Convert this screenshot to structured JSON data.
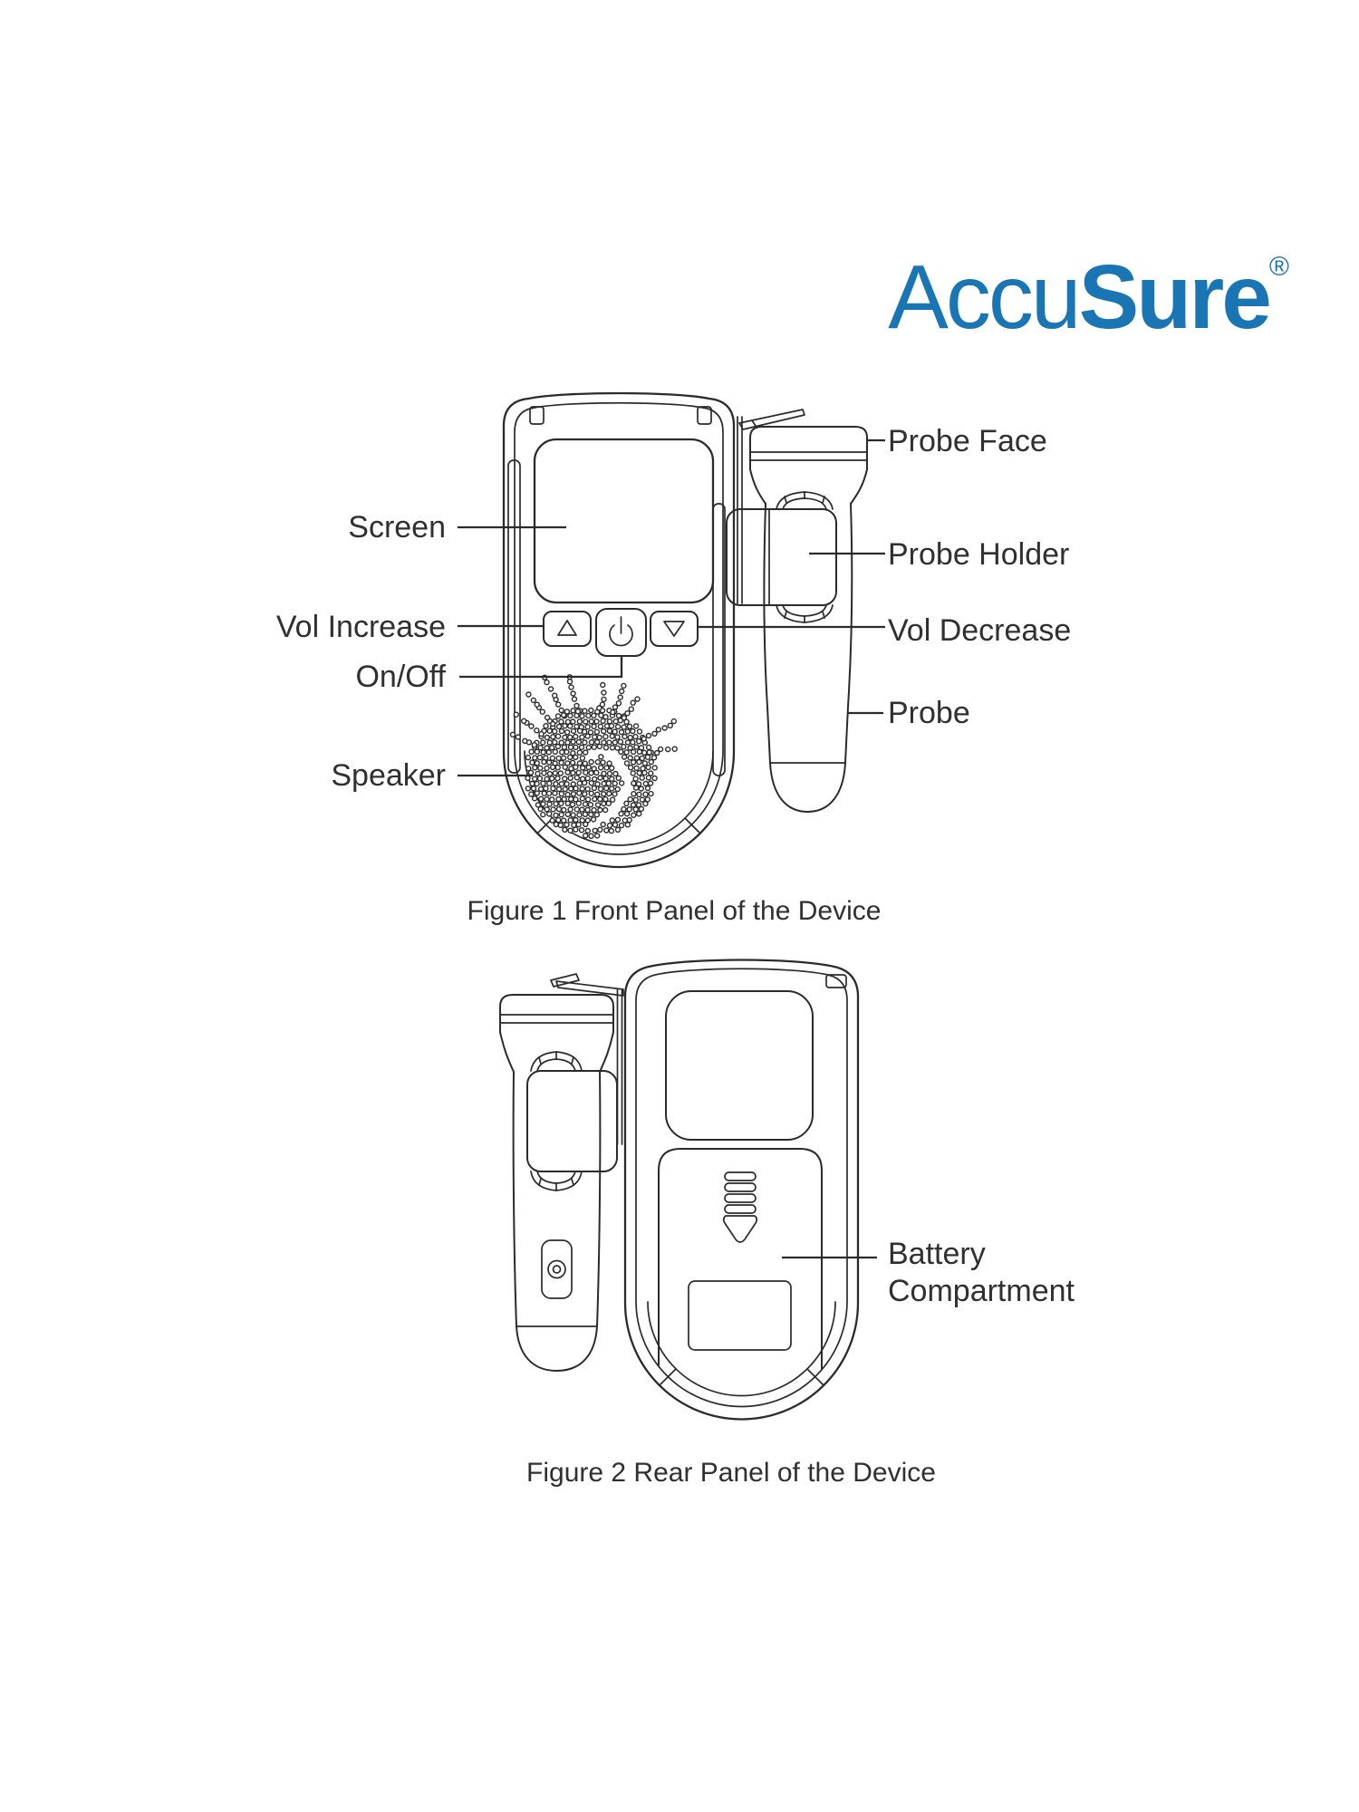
{
  "logo": {
    "regular": "Accu",
    "bold": "Sure",
    "mark": "®",
    "color": "#1a75b4"
  },
  "colors": {
    "background": "#ffffff",
    "line": "#2b2b2b",
    "text": "#303030"
  },
  "figure1": {
    "caption": "Figure 1 Front Panel of the Device",
    "labels_left": [
      {
        "id": "screen",
        "text": "Screen"
      },
      {
        "id": "vol-increase",
        "text": "Vol Increase"
      },
      {
        "id": "on-off",
        "text": "On/Off"
      },
      {
        "id": "speaker",
        "text": "Speaker"
      }
    ],
    "labels_right": [
      {
        "id": "probe-face",
        "text": "Probe Face"
      },
      {
        "id": "probe-holder",
        "text": "Probe Holder"
      },
      {
        "id": "vol-decrease",
        "text": "Vol Decrease"
      },
      {
        "id": "probe",
        "text": "Probe"
      }
    ]
  },
  "figure2": {
    "caption": "Figure 2 Rear Panel of the Device",
    "labels_right": [
      {
        "id": "battery-compartment",
        "line1": "Battery",
        "line2": "Compartment"
      }
    ]
  }
}
